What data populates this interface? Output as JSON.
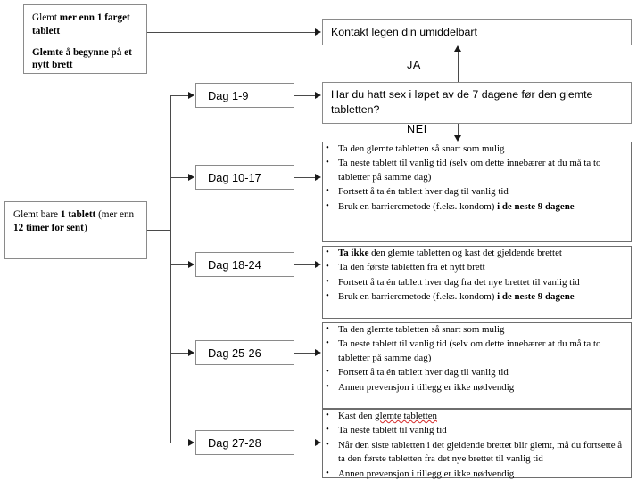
{
  "diagram": {
    "title": "Glemt tablett - beslutningstre",
    "colors": {
      "box_border": "#8a8a8a",
      "connector": "#4a4a4a",
      "arrowhead": "#1a1a1a",
      "spellcheck_underline": "#d42a2a",
      "background": "#ffffff"
    }
  },
  "start_nodes": [
    {
      "id": "start-multiple",
      "lines": [
        {
          "segments": [
            {
              "text": "Glemt ",
              "bold": false
            },
            {
              "text": "mer enn 1 farget tablett",
              "bold": true
            }
          ]
        },
        {
          "segments": [
            {
              "text": "Glemte å begynne på et nytt brett",
              "bold": true
            }
          ]
        }
      ]
    },
    {
      "id": "start-single",
      "lines": [
        {
          "segments": [
            {
              "text": "Glemt bare ",
              "bold": false
            },
            {
              "text": "1 tablett",
              "bold": true
            },
            {
              "text": " (mer enn ",
              "bold": false
            },
            {
              "text": "12 timer for sent",
              "bold": true
            },
            {
              "text": ")",
              "bold": false
            }
          ]
        }
      ]
    }
  ],
  "outcome_nodes": {
    "contact_doctor": "Kontakt legen din umiddelbart",
    "question": "Har du hatt sex i løpet av de 7 dagene før den glemte tabletten?"
  },
  "edge_labels": {
    "yes": "JA",
    "no": "NEI"
  },
  "day_branches": [
    {
      "id": "dag-1-9",
      "label": "Dag 1-9"
    },
    {
      "id": "dag-10-17",
      "label": "Dag 10-17"
    },
    {
      "id": "dag-18-24",
      "label": "Dag 18-24"
    },
    {
      "id": "dag-25-26",
      "label": "Dag 25-26"
    },
    {
      "id": "dag-27-28",
      "label": "Dag 27-28"
    }
  ],
  "action_boxes": [
    {
      "id": "actions-10-17",
      "for_branch": "Dag 10-17",
      "bullets": [
        [
          {
            "text": "Ta den glemte tabletten så snart som mulig"
          }
        ],
        [
          {
            "text": "Ta neste tablett til vanlig tid (selv om dette innebærer at du må ta to tabletter på samme dag)"
          }
        ],
        [
          {
            "text": "Fortsett å ta én tablett hver dag til vanlig tid"
          }
        ],
        [
          {
            "text": "Bruk en barrieremetode (f.eks. kondom) "
          },
          {
            "text": "i de neste 9 dagene",
            "bold": true
          }
        ]
      ]
    },
    {
      "id": "actions-18-24",
      "for_branch": "Dag 18-24",
      "bullets": [
        [
          {
            "text": "Ta ikke",
            "bold": true
          },
          {
            "text": " den glemte tabletten og kast det gjeldende brettet"
          }
        ],
        [
          {
            "text": "Ta den første tabletten fra et nytt brett"
          }
        ],
        [
          {
            "text": "Fortsett å ta én tablett hver dag fra det nye brettet til vanlig tid"
          }
        ],
        [
          {
            "text": "Bruk en barrieremetode (f.eks. kondom) "
          },
          {
            "text": "i de neste 9 dagene",
            "bold": true
          }
        ]
      ]
    },
    {
      "id": "actions-25-26",
      "for_branch": "Dag 25-26",
      "bullets": [
        [
          {
            "text": "Ta den glemte tabletten så snart som mulig"
          }
        ],
        [
          {
            "text": "Ta neste tablett til vanlig tid (selv om dette innebærer at du må ta to tabletter på samme dag)"
          }
        ],
        [
          {
            "text": "Fortsett å ta én tablett hver dag til vanlig tid"
          }
        ],
        [
          {
            "text": "Annen prevensjon i tillegg er ikke nødvendig"
          }
        ]
      ]
    },
    {
      "id": "actions-27-28",
      "for_branch": "Dag 27-28",
      "bullets": [
        [
          {
            "text": "Kast den "
          },
          {
            "text": "glemte tabletten",
            "spell": true
          }
        ],
        [
          {
            "text": "Ta neste tablett til vanlig tid"
          }
        ],
        [
          {
            "text": "Når den siste tabletten i det gjeldende brettet blir glemt, må du fortsette å ta den første tabletten fra det nye brettet til vanlig tid"
          }
        ],
        [
          {
            "text": "Annen prevensjon i tillegg er ikke nødvendig"
          }
        ]
      ]
    }
  ]
}
